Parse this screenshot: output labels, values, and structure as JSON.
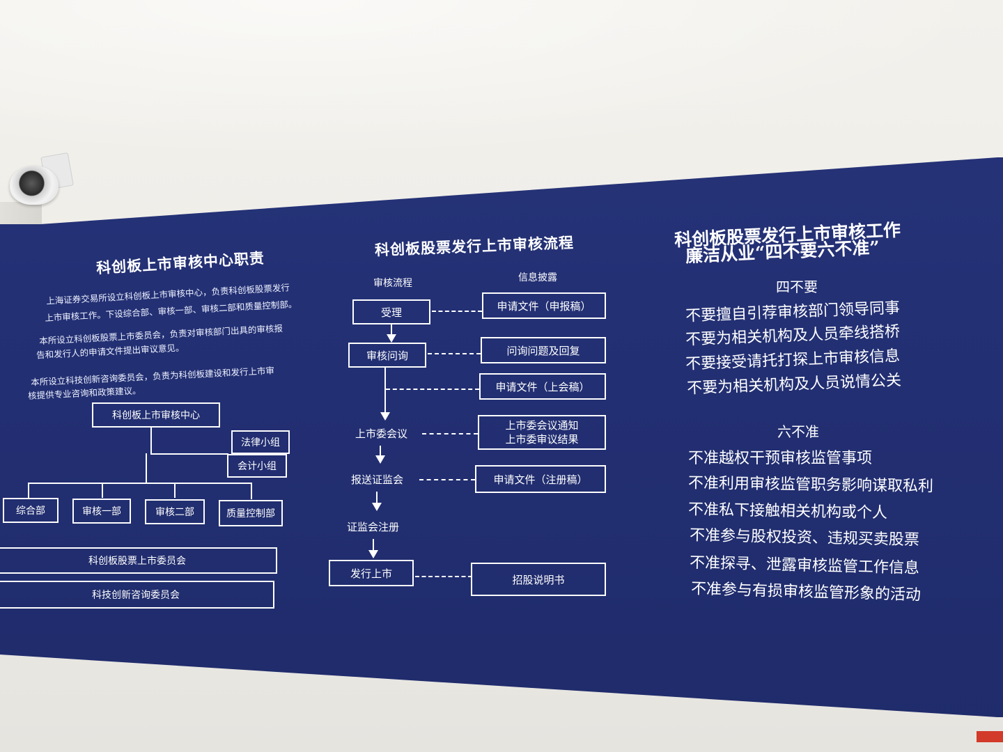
{
  "left": {
    "title": "科创板上市审核中心职责",
    "para1_line1": "上海证券交易所设立科创板上市审核中心，负责科创板股票发行",
    "para1_line2": "上市审核工作。下设综合部、审核一部、审核二部和质量控制部。",
    "para2_line1": "本所设立科创板股票上市委员会，负责对审核部门出具的审核报",
    "para2_line2": "告和发行人的申请文件提出审议意见。",
    "para3_line1": "本所设立科技创新咨询委员会，负责为科创板建设和发行上市审",
    "para3_line2": "核提供专业咨询和政策建议。",
    "org": {
      "center": "科创板上市审核中心",
      "legal": "法律小组",
      "accounting": "会计小组",
      "dept1": "综合部",
      "dept2": "审核一部",
      "dept3": "审核二部",
      "dept4": "质量控制部",
      "committee": "科创板股票上市委员会",
      "advisory": "科技创新咨询委员会"
    }
  },
  "middle": {
    "title": "科创板股票发行上市审核流程",
    "col_flow": "审核流程",
    "col_info": "信息披露",
    "step1": "受理",
    "step2": "审核问询",
    "step3": "上市委会议",
    "step4": "报送证监会",
    "step5": "证监会注册",
    "step6": "发行上市",
    "info1": "申请文件（申报稿）",
    "info2": "问询问题及回复",
    "info3": "申请文件（上会稿）",
    "info4_line1": "上市委会议通知",
    "info4_line2": "上市委审议结果",
    "info5": "申请文件（注册稿）",
    "info6": "招股说明书"
  },
  "right": {
    "title_line1": "科创板股票发行上市审核工作",
    "title_line2": "廉洁从业“四不要六不准”",
    "four_header": "四不要",
    "four": [
      "不要擅自引荐审核部门领导同事",
      "不要为相关机构及人员牵线搭桥",
      "不要接受请托打探上市审核信息",
      "不要为相关机构及人员说情公关"
    ],
    "six_header": "六不准",
    "six": [
      "不准越权干预审核监管事项",
      "不准利用审核监管职务影响谋取私利",
      "不准私下接触相关机构或个人",
      "不准参与股权投资、违规买卖股票",
      "不准探寻、泄露审核监管工作信息",
      "不准参与有损审核监管形象的活动"
    ]
  },
  "colors": {
    "board": "#243275",
    "text": "#ffffff",
    "wall": "#efede8"
  }
}
